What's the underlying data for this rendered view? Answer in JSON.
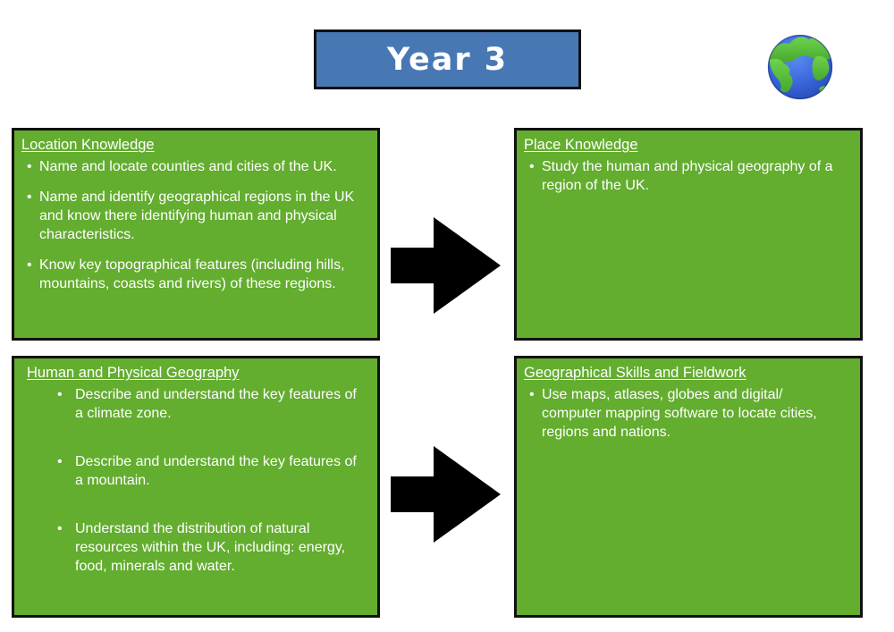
{
  "page": {
    "title_label": "Year 3"
  },
  "colors": {
    "box_green": "#63ad2f",
    "title_blue": "#4878b4",
    "border_black": "#111111",
    "text_white": "#ffffff",
    "arrow_black": "#000000"
  },
  "icons": {
    "globe": "globe-icon",
    "arrow": "right-arrow-icon"
  },
  "boxes": [
    {
      "heading": "Location Knowledge",
      "bullets": [
        "Name and locate counties and cities of the UK.",
        "Name and identify geographical regions in the UK and know there identifying human and physical characteristics.",
        "Know key topographical features (including hills, mountains, coasts and rivers) of these regions."
      ]
    },
    {
      "heading": "Place Knowledge",
      "bullets": [
        "Study the human and physical geography of a region of the UK."
      ]
    },
    {
      "heading": "Human and Physical Geography",
      "bullets": [
        "Describe and understand the key features of a climate zone.",
        "Describe and understand the key features of a mountain.",
        "Understand the distribution of natural resources within the UK, including: energy, food, minerals and water."
      ]
    },
    {
      "heading": "Geographical Skills and Fieldwork",
      "bullets": [
        "Use maps, atlases, globes and digital/ computer mapping software to locate cities, regions and nations."
      ]
    }
  ]
}
